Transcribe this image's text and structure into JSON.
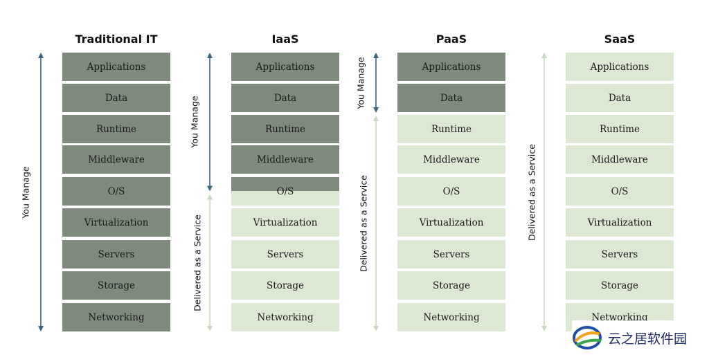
{
  "colors": {
    "managed": "#7d8a7c",
    "delivered": "#dde8d2",
    "managed_arrow": "#3e6480",
    "delivered_arrow": "#c9d9bf"
  },
  "columns": [
    {
      "title": "Traditional IT",
      "layers": [
        "Applications",
        "Data",
        "Runtime",
        "Middleware",
        "O/S",
        "Virtualization",
        "Servers",
        "Storage",
        "Networking"
      ],
      "managed_count": 9,
      "you_manage_label": "You Manage",
      "delivered_label": ""
    },
    {
      "title": "IaaS",
      "layers": [
        "Applications",
        "Data",
        "Runtime",
        "Middleware",
        "O/S",
        "Virtualization",
        "Servers",
        "Storage",
        "Networking"
      ],
      "managed_count": 4.5,
      "you_manage_label": "You Manage",
      "delivered_label": "Delivered as a Service"
    },
    {
      "title": "PaaS",
      "layers": [
        "Applications",
        "Data",
        "Runtime",
        "Middleware",
        "O/S",
        "Virtualization",
        "Servers",
        "Storage",
        "Networking"
      ],
      "managed_count": 2,
      "you_manage_label": "You Manage",
      "delivered_label": "Delivered as a Service"
    },
    {
      "title": "SaaS",
      "layers": [
        "Applications",
        "Data",
        "Runtime",
        "Middleware",
        "O/S",
        "Virtualization",
        "Servers",
        "Storage",
        "Networking"
      ],
      "managed_count": 0,
      "you_manage_label": "",
      "delivered_label": "Delivered as a Service"
    }
  ],
  "watermark": {
    "text": "云之居软件园",
    "icon": "swirl-logo-icon"
  }
}
